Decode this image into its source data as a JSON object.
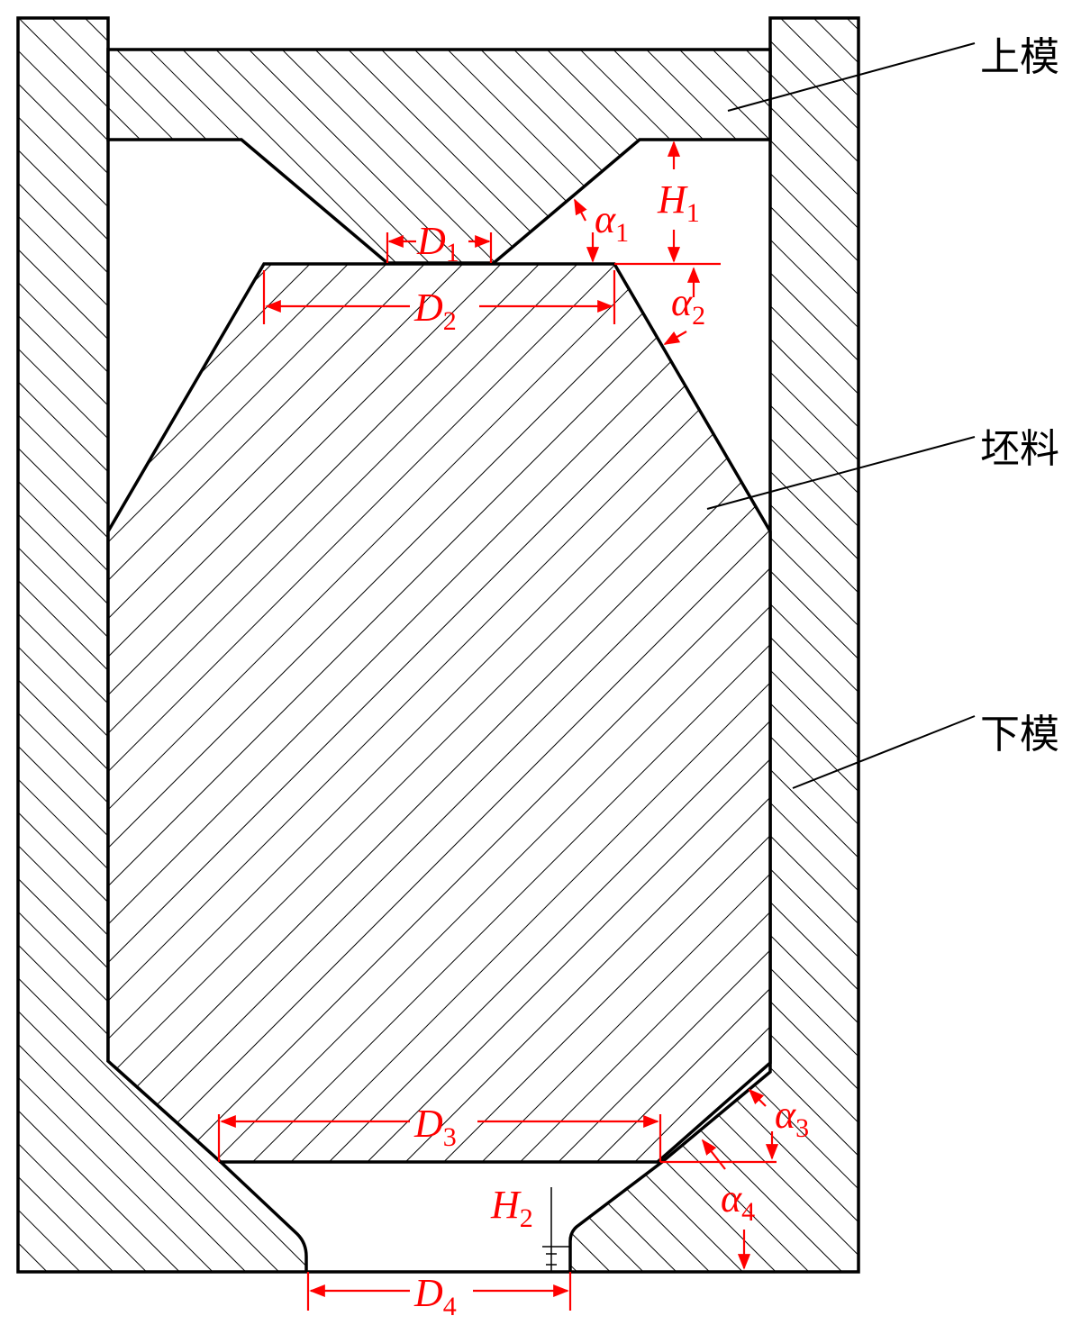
{
  "labels": {
    "upper_die": "上模",
    "billet": "坯料",
    "lower_die": "下模"
  },
  "dimensions": {
    "D1": {
      "letter": "D",
      "sub": "1"
    },
    "D2": {
      "letter": "D",
      "sub": "2"
    },
    "D3": {
      "letter": "D",
      "sub": "3"
    },
    "D4": {
      "letter": "D",
      "sub": "4"
    },
    "H1": {
      "letter": "H",
      "sub": "1"
    },
    "H2": {
      "letter": "H",
      "sub": "2"
    },
    "alpha1": {
      "letter": "α",
      "sub": "1"
    },
    "alpha2": {
      "letter": "α",
      "sub": "2"
    },
    "alpha3": {
      "letter": "α",
      "sub": "3"
    },
    "alpha4": {
      "letter": "α",
      "sub": "4"
    }
  },
  "colors": {
    "outline": "#000000",
    "hatch": "#000000",
    "dimension": "#ff0000",
    "background": "#ffffff"
  }
}
